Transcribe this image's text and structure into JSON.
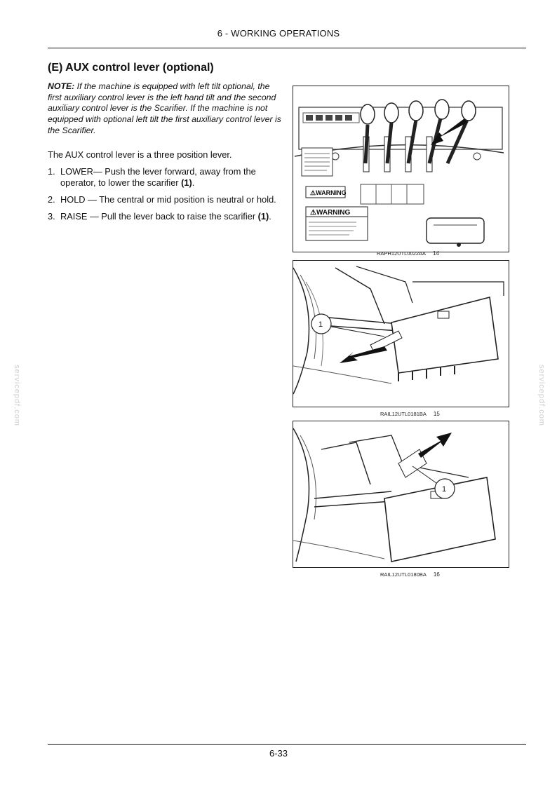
{
  "header": {
    "chapter": "6 - WORKING OPERATIONS"
  },
  "section": {
    "title": "(E) AUX control lever (optional)",
    "note_label": "NOTE:",
    "note_text": " If the machine is equipped with left tilt optional, the first auxiliary control lever is the left hand tilt and the second auxiliary control lever is the Scarifier.  If the machine is not equipped with optional left tilt the first auxiliary control lever is the Scarifier.",
    "intro": "The AUX control lever is a three position lever.",
    "steps": [
      {
        "num": "1.",
        "text": "LOWER— Push the lever forward, away from the operator, to lower the scarifier ",
        "ref": "(1)",
        "end": "."
      },
      {
        "num": "2.",
        "text": "HOLD — The central or mid position is neutral or hold.",
        "ref": "",
        "end": ""
      },
      {
        "num": "3.",
        "text": "RAISE — Pull the lever back to raise the scarifier ",
        "ref": "(1)",
        "end": "."
      }
    ]
  },
  "figures": [
    {
      "code": "RAPH12UTL0022AA",
      "number": "14",
      "warning1": "⚠WARNING",
      "warning2": "⚠WARNING"
    },
    {
      "code": "RAIL12UTL0181BA",
      "number": "15",
      "callout": "1"
    },
    {
      "code": "RAIL12UTL0180BA",
      "number": "16",
      "callout": "1"
    }
  ],
  "watermark": "servicepdf.com",
  "footer": {
    "page": "6-33"
  },
  "colors": {
    "text": "#111111",
    "rule": "#111111",
    "watermark": "#d0d0d0"
  }
}
